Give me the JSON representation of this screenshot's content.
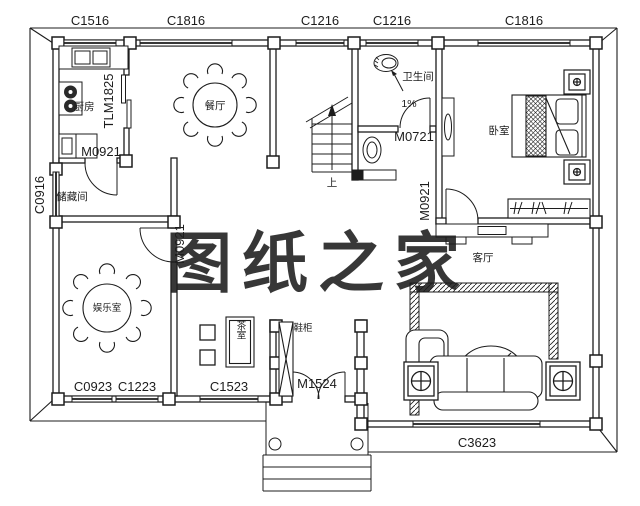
{
  "watermark": {
    "text": "图纸之家",
    "color": "#de4040"
  },
  "windows": {
    "top": [
      "C1516",
      "C1816",
      "C1216",
      "C1216",
      "C1816"
    ],
    "left": "C0916",
    "bottom": [
      "C0923",
      "C1223",
      "C1523"
    ],
    "living_south": "C3623"
  },
  "doors": {
    "kitchen_sliding": "TLM1825",
    "kitchen_storage": "M0921",
    "entertainment": "M0921",
    "bedroom": "M0921",
    "bathroom": "M0721",
    "entry": "M1524"
  },
  "rooms": {
    "kitchen": "厨房",
    "storage": "储藏间",
    "dining": "餐厅",
    "bathroom": "卫生间",
    "bedroom": "卧室",
    "entertainment": "娱乐室",
    "tea": "茶室",
    "shoe_cabinet": "鞋柜",
    "living": "客厅"
  },
  "annotations": {
    "slope": "1%",
    "stair_up": "上"
  },
  "colors": {
    "line": "#1c1c1c",
    "watermark": "#de4040",
    "background": "#ffffff"
  }
}
